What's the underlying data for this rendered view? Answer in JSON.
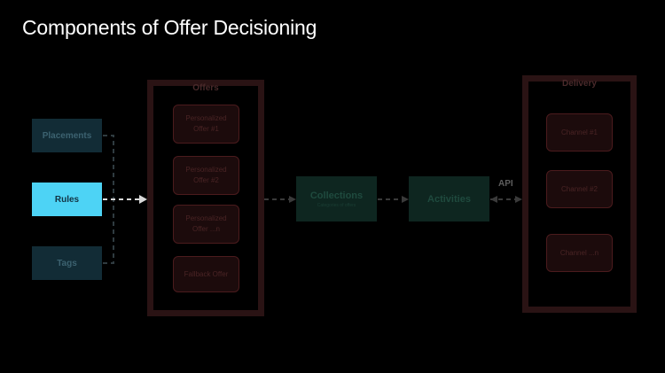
{
  "title": "Components of Offer Decisioning",
  "left_items": {
    "placements": "Placements",
    "rules": "Rules",
    "tags": "Tags"
  },
  "offers": {
    "title": "Offers",
    "items": [
      {
        "line1": "Personalized",
        "line2": "Offer #1"
      },
      {
        "line1": "Personalized",
        "line2": "Offer #2"
      },
      {
        "line1": "Personalized",
        "line2": "Offer ...n"
      },
      {
        "line1": "Fallback Offer",
        "line2": ""
      }
    ]
  },
  "collections": {
    "title": "Collections",
    "subtitle": "Categories of offers"
  },
  "activities": {
    "title": "Activities"
  },
  "api_label": "API",
  "delivery": {
    "title": "Delivery",
    "channels": [
      "Channel #1",
      "Channel #2",
      "Channel ...n"
    ]
  },
  "colors": {
    "background": "#000000",
    "active_rule": "#4dd3f5",
    "dim_blue": "#122c36",
    "dim_red": "#2a1314",
    "dim_green": "#0e2620"
  }
}
